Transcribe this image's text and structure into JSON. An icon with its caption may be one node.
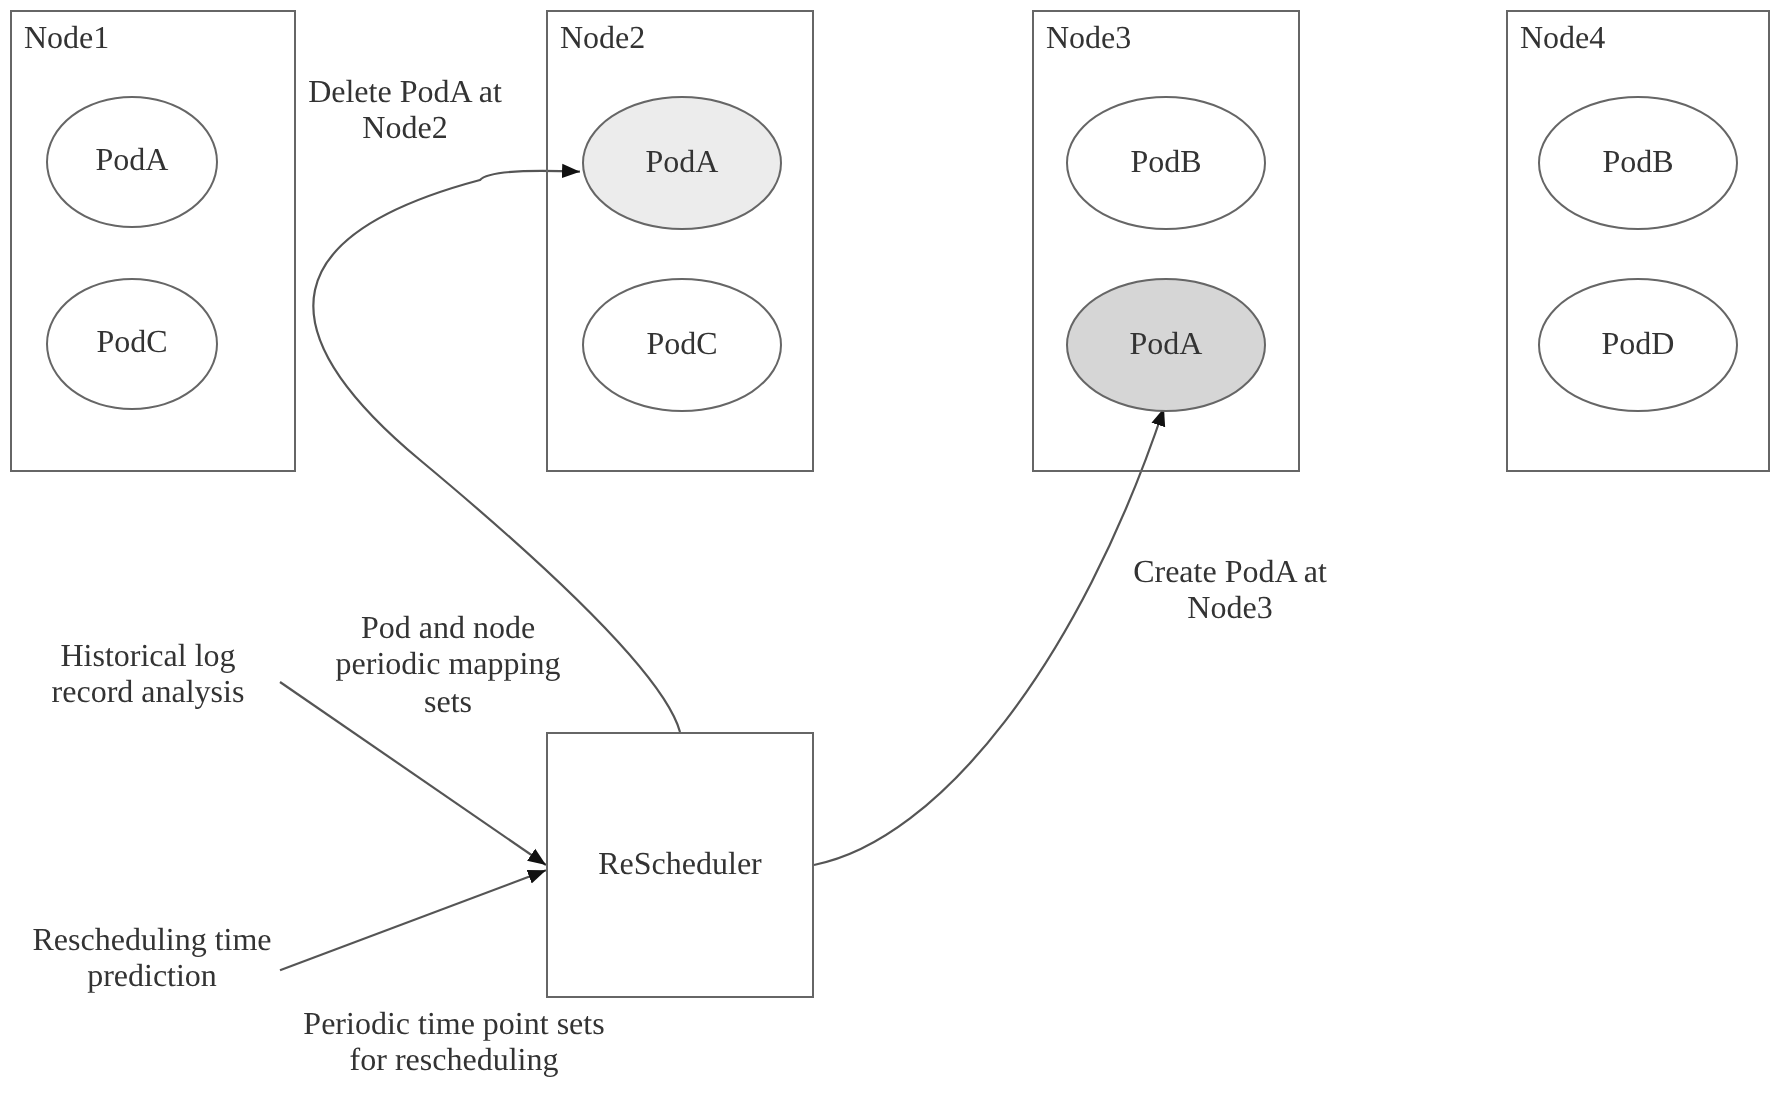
{
  "diagram": {
    "nodes": [
      {
        "text": [
          "Node1"
        ]
      },
      {
        "text": [
          "PodA"
        ],
        "in": 0
      },
      {
        "text": [
          "PodC"
        ],
        "in": 0
      },
      {
        "text": [
          "Node2"
        ]
      },
      {
        "text": [
          "PodA"
        ],
        "in": 3
      },
      {
        "text": [
          "PodC"
        ],
        "in": 3
      },
      {
        "text": [
          "Node3"
        ]
      },
      {
        "text": [
          "PodB"
        ],
        "in": 6
      },
      {
        "text": [
          "PodA"
        ],
        "in": 6
      },
      {
        "text": [
          "Node4"
        ]
      },
      {
        "text": [
          "PodB"
        ],
        "in": 9
      },
      {
        "text": [
          "PodD"
        ],
        "in": 9
      },
      {
        "text": [
          "Historical log record analysis"
        ]
      },
      {
        "text": [
          "Rescheduling time prediction"
        ]
      },
      {
        "text": [
          "ReScheduler"
        ]
      }
    ],
    "edges": [
      {
        "from": 12,
        "to": 14,
        "arrow": "to",
        "label": "Pod and node periodic mapping sets"
      },
      {
        "from": 13,
        "to": 14,
        "arrow": "to",
        "label": "Periodic time point sets for rescheduling"
      },
      {
        "from": 14,
        "to": 4,
        "arrow": "to",
        "label": "Delete PodA at Node2"
      },
      {
        "from": 14,
        "to": 8,
        "arrow": "to",
        "label": "Create PodA at Node3"
      }
    ]
  }
}
